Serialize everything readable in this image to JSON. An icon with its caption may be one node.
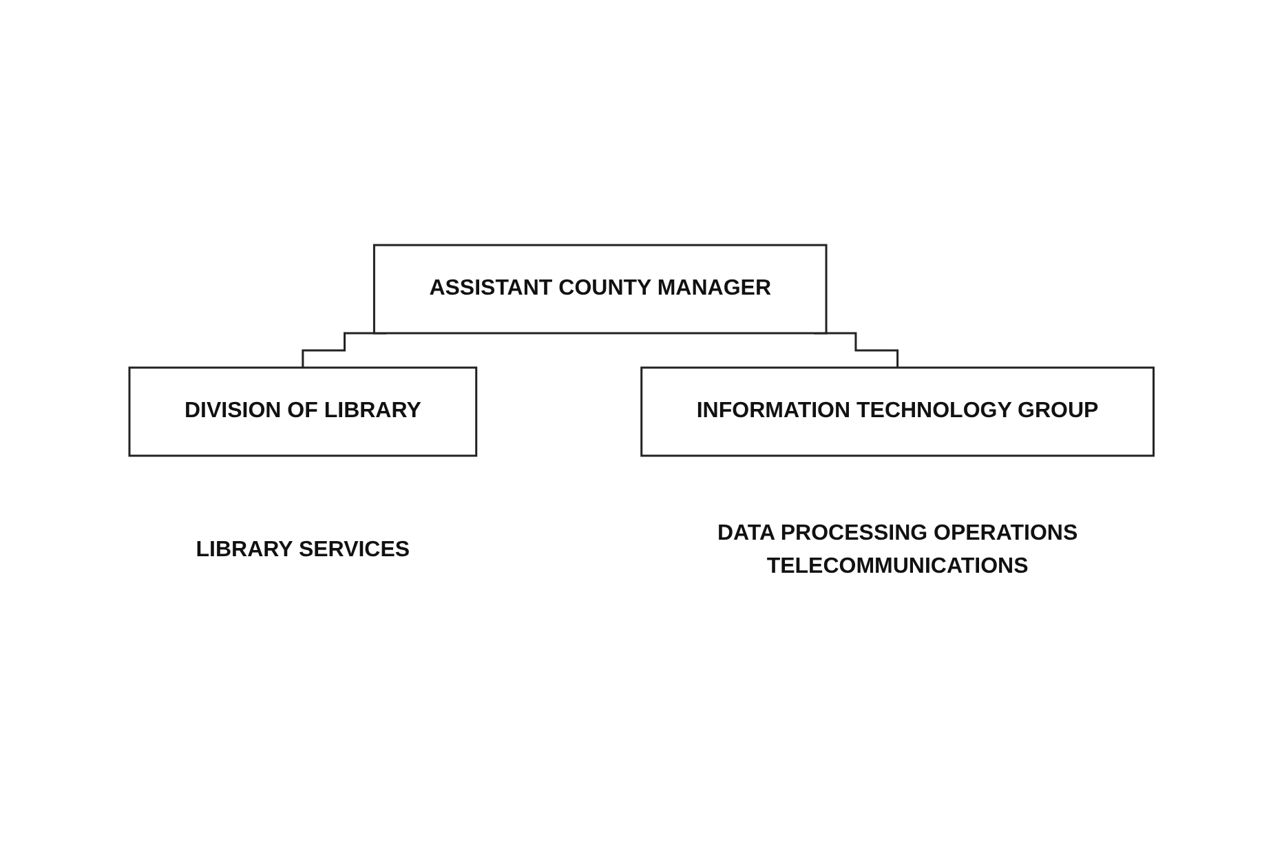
{
  "diagram": {
    "nodes": [
      {
        "text": [
          "ASSISTANT COUNTY MANAGER"
        ]
      },
      {
        "text": [
          "DIVISION OF LIBRARY"
        ],
        "beside": [
          "LIBRARY SERVICES"
        ]
      },
      {
        "text": [
          "INFORMATION TECHNOLOGY GROUP"
        ],
        "beside": [
          "DATA PROCESSING OPERATIONS",
          "TELECOMMUNICATIONS"
        ]
      }
    ],
    "edges": [
      {
        "from": 0,
        "to": 1,
        "arrow": "none"
      },
      {
        "from": 0,
        "to": 2,
        "arrow": "none"
      }
    ]
  }
}
